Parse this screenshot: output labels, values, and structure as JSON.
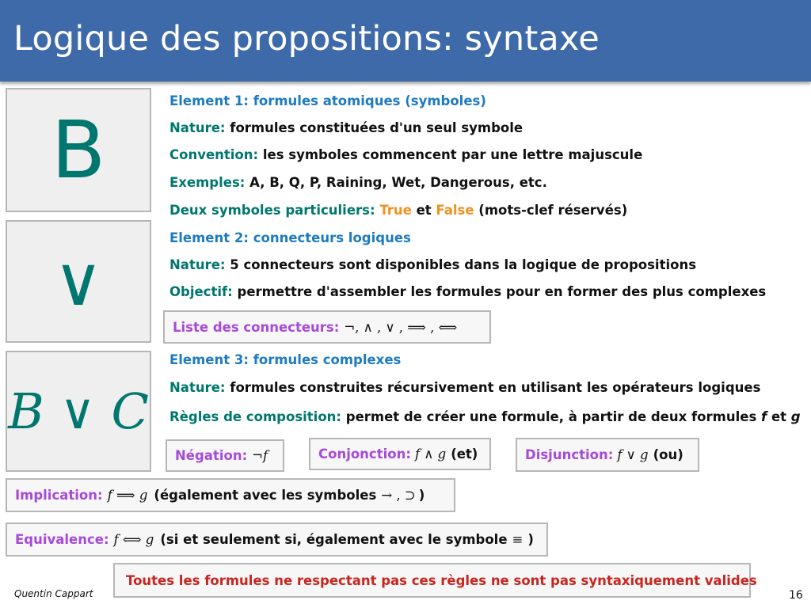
{
  "header": {
    "title": "Logique des propositions: syntaxe"
  },
  "symbols": {
    "atomic": "B",
    "connector": "∨",
    "complex": "B ∨ C"
  },
  "element1": {
    "heading": "Element 1: formules atomiques (symboles)",
    "nature_label": "Nature:",
    "nature_text": "formules constituées d'un seul symbole",
    "convention_label": "Convention:",
    "convention_text": "les symboles commencent par une lettre majuscule",
    "examples_label": "Exemples:",
    "examples_text": "A, B, Q, P, Raining, Wet, Dangerous, etc.",
    "special_label": "Deux symboles particuliers:",
    "special_true": "True",
    "special_and": "et",
    "special_false": "False",
    "special_suffix": "(mots-clef réservés)"
  },
  "element2": {
    "heading": "Element 2: connecteurs logiques",
    "nature_label": "Nature:",
    "nature_text": "5 connecteurs sont disponibles dans la logique de propositions",
    "objective_label": "Objectif:",
    "objective_text": "permettre d'assembler les formules pour en former des plus complexes",
    "list_label": "Liste des connecteurs:",
    "list_symbols": "¬, ∧ , ∨ ,  ⟹  ,  ⟺"
  },
  "element3": {
    "heading": "Element 3: formules complexes",
    "nature_label": "Nature:",
    "nature_text": "formules construites récursivement en utilisant les opérateurs logiques",
    "rules_label": "Règles de composition:",
    "rules_text": "permet de créer une formule, à partir de deux formules",
    "rules_f": "f",
    "rules_and": "et",
    "rules_g": "g"
  },
  "operators": {
    "negation": {
      "label": "Négation:",
      "formula": "¬f"
    },
    "conjunction": {
      "label": "Conjonction:",
      "formula": "f ∧ g",
      "suffix": "(et)"
    },
    "disjunction": {
      "label": "Disjunction:",
      "formula": "f ∨ g",
      "suffix": "(ou)"
    },
    "implication": {
      "label": "Implication:",
      "formula": "f  ⟹  g",
      "suffix": "(également avec les symboles",
      "alt": " → , ⊃ ",
      "close": ")"
    },
    "equivalence": {
      "label": "Equivalence:",
      "formula": "f  ⟺  g",
      "suffix": "(si et seulement si, également avec le symbole",
      "alt": "≡",
      "close": ")"
    }
  },
  "warning": "Toutes les formules ne respectant pas ces règles ne sont pas syntaxiquement valides",
  "footer": {
    "author": "Quentin Cappart",
    "page": "16"
  },
  "colors": {
    "header": "#3f6aa9",
    "heading": "#1d7bc0",
    "label": "#00776e",
    "accent": "#f0901e",
    "operator": "#a64ad8",
    "warning": "#c9251f"
  }
}
